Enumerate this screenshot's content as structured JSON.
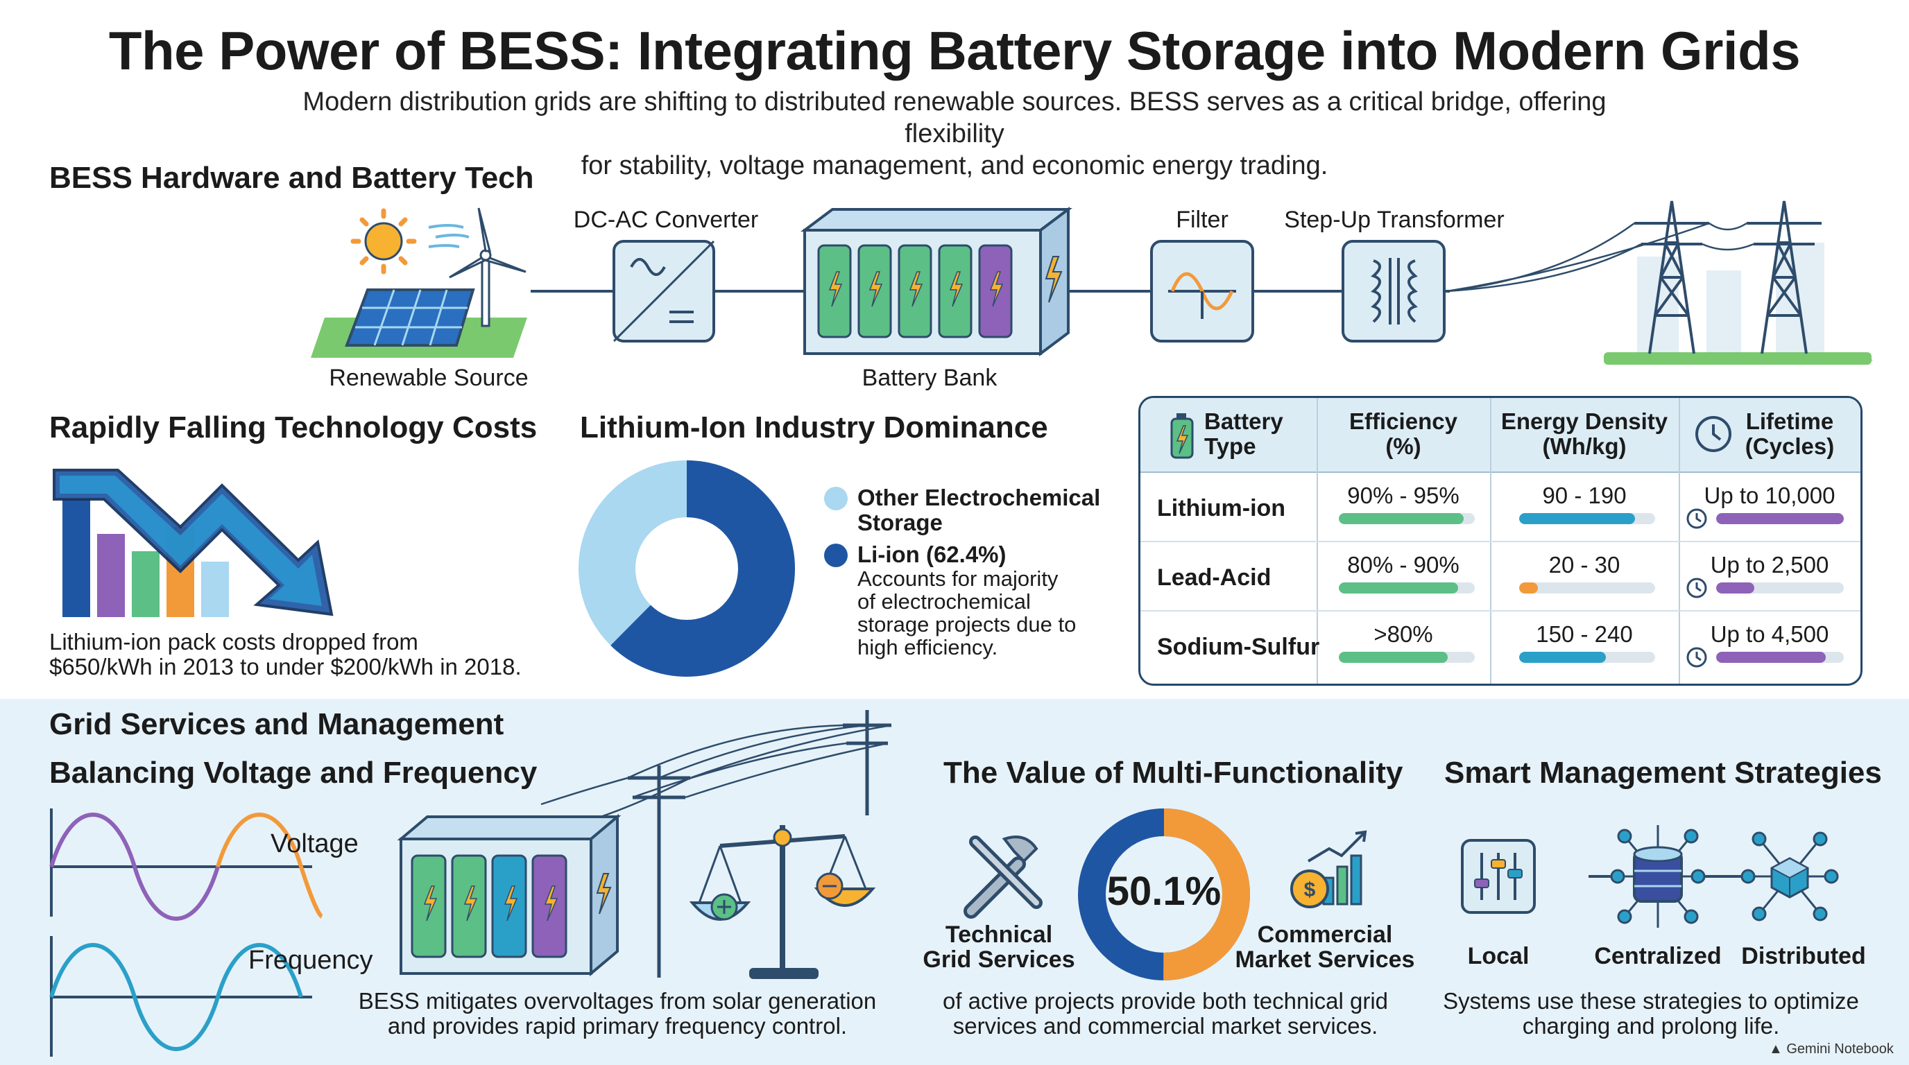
{
  "title": "The Power of BESS: Integrating Battery Storage into Modern Grids",
  "subtitle_line1": "Modern distribution grids are shifting to distributed renewable sources. BESS serves as a critical bridge, offering flexibility",
  "subtitle_line2": "for stability, voltage management, and economic energy trading.",
  "hardware": {
    "heading": "BESS Hardware and Battery Tech",
    "renewable_label": "Renewable Source",
    "converter_label": "DC-AC Converter",
    "battery_label": "Battery Bank",
    "filter_label": "Filter",
    "transformer_label": "Step-Up Transformer"
  },
  "costs": {
    "heading": "Rapidly Falling Technology Costs",
    "text_line1": "Lithium-ion pack costs dropped from",
    "text_line2": "$650/kWh in 2013 to under $200/kWh in 2018."
  },
  "dominance": {
    "heading": "Lithium-Ion Industry Dominance",
    "legend_other": "Other Electrochemical",
    "legend_other2": "Storage",
    "legend_liion": "Li-ion (62.4%)",
    "desc1": "Accounts for majority",
    "desc2": "of electrochemical",
    "desc3": "storage projects due to",
    "desc4": "high efficiency.",
    "liion_share": 62.4,
    "colors": {
      "liion": "#1f56a3",
      "other": "#a9d8f0"
    }
  },
  "table": {
    "headers": {
      "type1": "Battery",
      "type2": "Type",
      "eff1": "Efficiency",
      "eff2": "(%)",
      "dens1": "Energy Density",
      "dens2": "(Wh/kg)",
      "life1": "Lifetime",
      "life2": "(Cycles)"
    },
    "rows": [
      {
        "name": "Lithium-ion",
        "efficiency": "90% - 95%",
        "density": "90 - 190",
        "lifetime": "Up to 10,000",
        "eff_level": 0.92,
        "dens_level": 0.85,
        "life_level": 1.0,
        "dens_color": "#2aa0c9"
      },
      {
        "name": "Lead-Acid",
        "efficiency": "80% - 90%",
        "density": "20 - 30",
        "lifetime": "Up to 2,500",
        "eff_level": 0.88,
        "dens_level": 0.14,
        "life_level": 0.3,
        "dens_color": "#f29a3a"
      },
      {
        "name": "Sodium-Sulfur",
        "efficiency": ">80%",
        "density": "150 - 240",
        "lifetime": "Up to 4,500",
        "eff_level": 0.8,
        "dens_level": 0.64,
        "life_level": 0.86,
        "dens_color": "#2aa0c9"
      }
    ],
    "colors": {
      "efficiency": "#5cbf86",
      "lifetime": "#8e62b8"
    }
  },
  "grid": {
    "heading": "Grid Services and Management",
    "balancing_heading": "Balancing Voltage and Frequency",
    "voltage_label": "Voltage",
    "frequency_label": "Frequency",
    "text_line1": "BESS mitigates overvoltages from solar generation",
    "text_line2": "and provides rapid primary frequency control."
  },
  "multi": {
    "heading": "The Value of Multi-Functionality",
    "percent": "50.1%",
    "share": 50.1,
    "technical1": "Technical",
    "technical2": "Grid Services",
    "commercial1": "Commercial",
    "commercial2": "Market Services",
    "text_line1": "of active projects provide both technical grid",
    "text_line2": "services and commercial market services."
  },
  "smart": {
    "heading": "Smart Management Strategies",
    "local": "Local",
    "centralized": "Centralized",
    "distributed": "Distributed",
    "text_line1": "Systems use these strategies to optimize",
    "text_line2": "charging and prolong life."
  },
  "watermark": "Gemini Notebook"
}
